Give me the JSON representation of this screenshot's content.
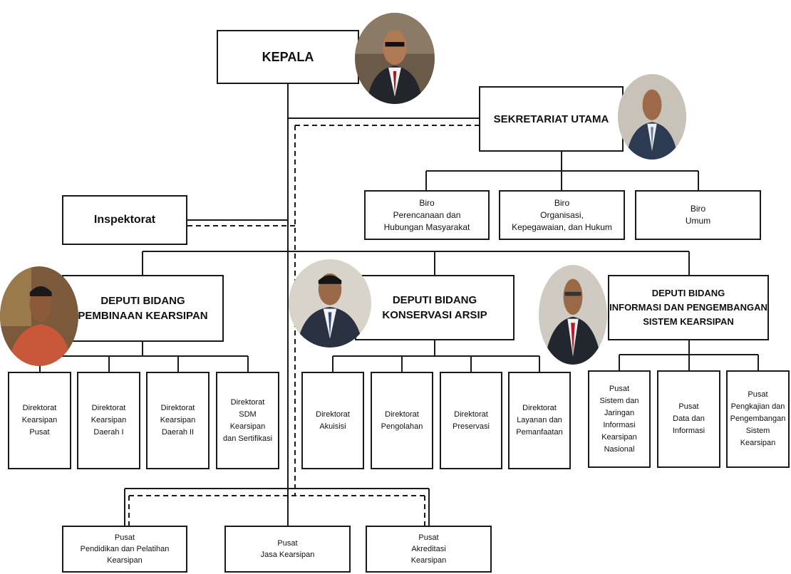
{
  "kepala": "KEPALA",
  "sekretariat": "SEKRETARIAT UTAMA",
  "inspektorat": "Inspektorat",
  "biro": [
    "Biro\nPerencanaan dan\nHubungan Masyarakat",
    "Biro\nOrganisasi,\nKepegawaian, dan Hukum",
    "Biro\nUmum"
  ],
  "deputi": [
    "DEPUTI BIDANG\nPEMBINAAN KEARSIPAN",
    "DEPUTI BIDANG\nKONSERVASI ARSIP",
    "DEPUTI BIDANG\nINFORMASI DAN PENGEMBANGAN\nSISTEM KEARSIPAN"
  ],
  "direktorat_pembinaan": [
    "Direktorat\nKearsipan\nPusat",
    "Direktorat\nKearsipan\nDaerah I",
    "Direktorat\nKearsipan\nDaerah II",
    "Direktorat\nSDM\nKearsipan\ndan Sertifikasi"
  ],
  "direktorat_konservasi": [
    "Direktorat\nAkuisisi",
    "Direktorat\nPengolahan",
    "Direktorat\nPreservasi",
    "Direktorat\nLayanan dan\nPemanfaatan"
  ],
  "pusat_informasi": [
    "Pusat\nSistem dan\nJaringan\nInformasi\nKearsipan\nNasional",
    "Pusat\nData dan\nInformasi",
    "Pusat\nPengkajian dan\nPengembangan\nSistem\nKearsipan"
  ],
  "pusat_bawah": [
    "Pusat\nPendidikan dan Pelatihan\nKearsipan",
    "Pusat\nJasa Kearsipan",
    "Pusat\nAkreditasi\nKearsipan"
  ]
}
